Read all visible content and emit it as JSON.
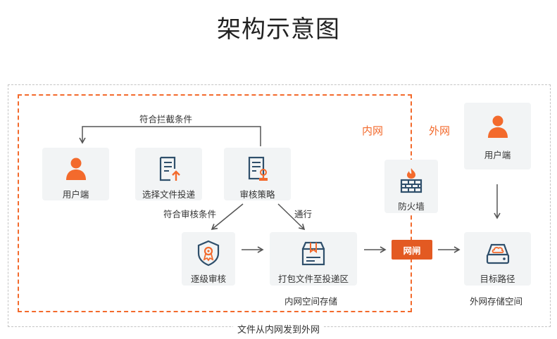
{
  "title": "架构示意图",
  "caption": "文件从内网发到外网",
  "zones": {
    "inner": "内网",
    "outer": "外网"
  },
  "nodes": {
    "user_inner": "用户端",
    "select_file": "选择文件投递",
    "audit_policy": "审核策略",
    "step_review": "逐级审核",
    "package": "打包文件至投递区",
    "firewall": "防火墙",
    "user_outer": "用户端",
    "target": "目标路径"
  },
  "edge_labels": {
    "intercept": "符合拦截条件",
    "meets_review": "符合审核条件",
    "pass": "通行"
  },
  "storage": {
    "inner": "内网空间存储",
    "outer": "外网存储空间"
  },
  "gateway": "网闸",
  "colors": {
    "accent": "#f36a2c",
    "icon_dark": "#2f4f6b",
    "gate": "#e35a22"
  }
}
